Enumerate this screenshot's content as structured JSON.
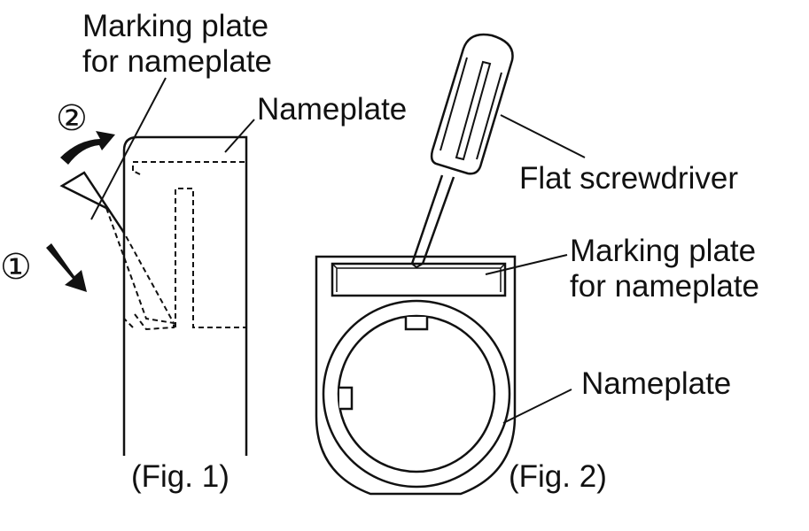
{
  "fig1": {
    "label_marking_line1": "Marking plate",
    "label_marking_line2": "for nameplate",
    "label_nameplate": "Nameplate",
    "step1": "①",
    "step2": "②",
    "caption": "(Fig. 1)"
  },
  "fig2": {
    "label_screwdriver": "Flat screwdriver",
    "label_marking_line1": "Marking plate",
    "label_marking_line2": "for nameplate",
    "label_nameplate": "Nameplate",
    "caption": "(Fig. 2)"
  },
  "colors": {
    "ink": "#111111",
    "background": "#ffffff"
  }
}
